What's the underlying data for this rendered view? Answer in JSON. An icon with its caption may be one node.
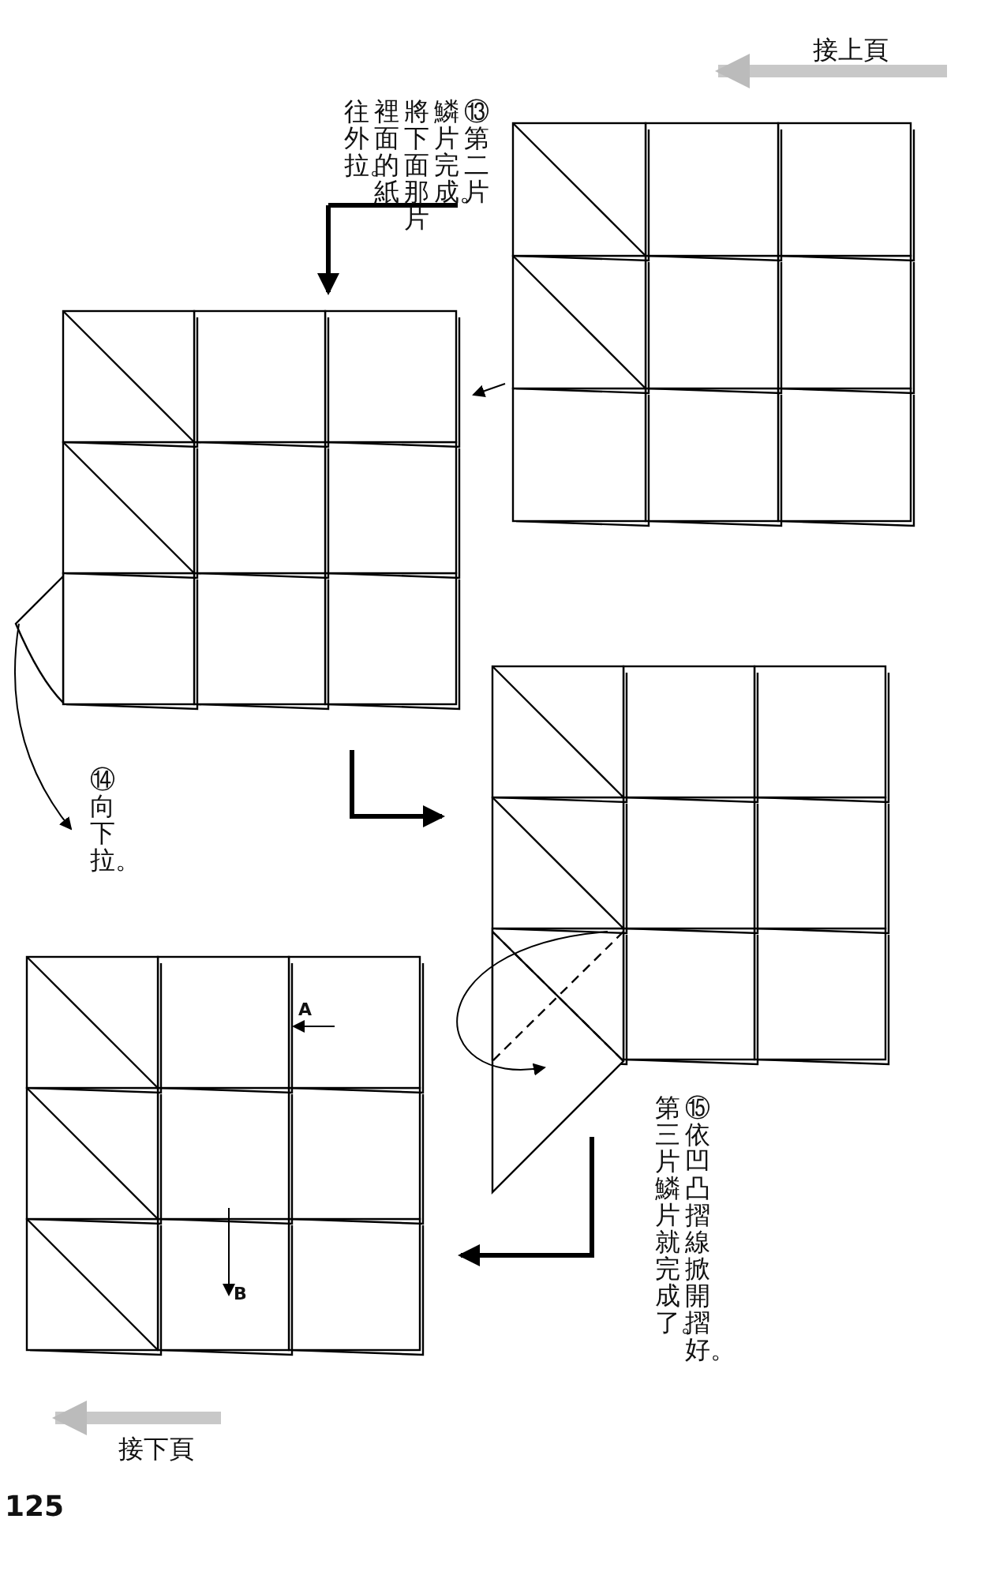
{
  "diagram": {
    "labels": [
      "接上頁",
      "⑬第二片鱗片完成。將下面那片裡面的紙往外拉。",
      "⑭向下拉。",
      "⑮依凹凸摺線掀開摺好。第三片鱗片就完成了。",
      "A",
      "B",
      "接下頁",
      "125"
    ]
  }
}
